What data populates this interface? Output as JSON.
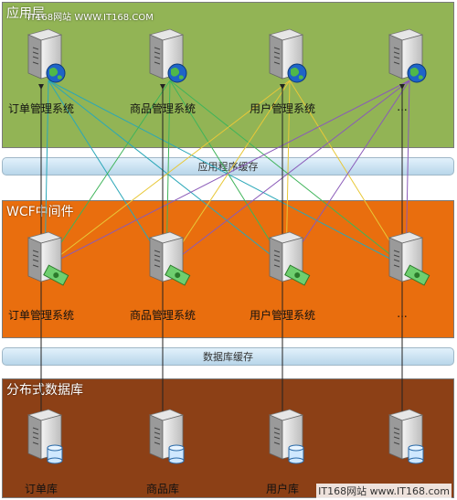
{
  "watermark_top": "IT168网站 WWW.IT168.COM",
  "watermark_bottom": "IT168网站 www.IT168.com",
  "layers": {
    "app": {
      "title": "应用层",
      "color": "#92b455"
    },
    "wcf": {
      "title": "WCF中间件",
      "color": "#e96e0e"
    },
    "db": {
      "title": "分布式数据库",
      "color": "#8c4016"
    }
  },
  "caches": {
    "app_cache": "应用程序缓存",
    "db_cache": "数据库缓存"
  },
  "app_servers": [
    "订单管理系统",
    "商品管理系统",
    "用户管理系统",
    "..."
  ],
  "wcf_servers": [
    "订单管理系统",
    "商品管理系统",
    "用户管理系统",
    "..."
  ],
  "db_servers": [
    "订单库",
    "商品库",
    "用户库",
    ""
  ],
  "line_colors": [
    "#2aa7b8",
    "#3fb45a",
    "#e8c838",
    "#8a5ab8"
  ],
  "icons": {
    "app": "server-globe-icon",
    "wcf": "server-money-icon",
    "db": "server-database-icon"
  }
}
